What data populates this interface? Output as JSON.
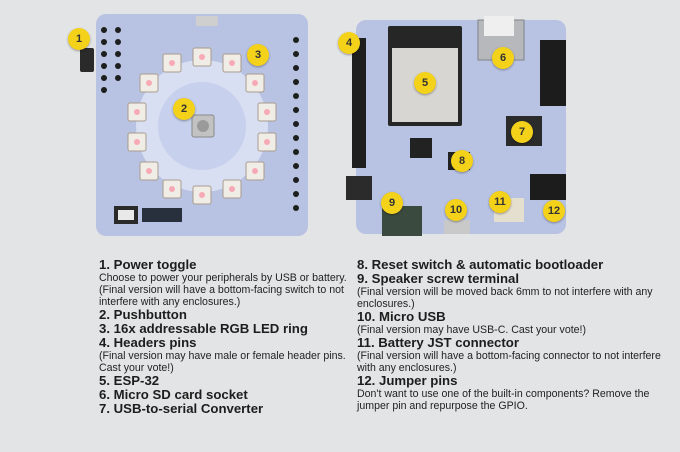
{
  "markers": [
    "1",
    "2",
    "3",
    "4",
    "5",
    "6",
    "7",
    "8",
    "9",
    "10",
    "11",
    "12"
  ],
  "legend_left": [
    {
      "title": "1. Power toggle",
      "desc": "Choose to power your peripherals by USB or battery. (Final version will have a bottom-facing switch to not interfere with any enclosures.)"
    },
    {
      "title": "2. Pushbutton",
      "desc": ""
    },
    {
      "title": "3. 16x addressable RGB LED ring",
      "desc": ""
    },
    {
      "title": "4. Headers pins",
      "desc": "(Final version may have male or female header pins. Cast your vote!)"
    },
    {
      "title": "5. ESP-32",
      "desc": ""
    },
    {
      "title": "6. Micro SD card socket",
      "desc": ""
    },
    {
      "title": "7. USB-to-serial Converter",
      "desc": ""
    }
  ],
  "legend_right": [
    {
      "title": "8. Reset switch & automatic bootloader",
      "desc": ""
    },
    {
      "title": "9. Speaker screw terminal",
      "desc": "(Final version will be moved back 6mm to not interfere with any enclosures.)"
    },
    {
      "title": "10. Micro USB",
      "desc": "(Final version may have USB-C. Cast your vote!)"
    },
    {
      "title": "11. Battery JST connector",
      "desc": "(Final version will have a bottom-facing connector to not interfere with any enclosures.)"
    },
    {
      "title": "12. Jumper pins",
      "desc": "Don't want to use one of the built-in components? Remove the jumper pin and repurpose the GPIO."
    }
  ],
  "colors": {
    "background": "#e3e4e5",
    "board": "#b9c3e3",
    "marker": "#f4d21a",
    "led": "#f1eee8"
  }
}
